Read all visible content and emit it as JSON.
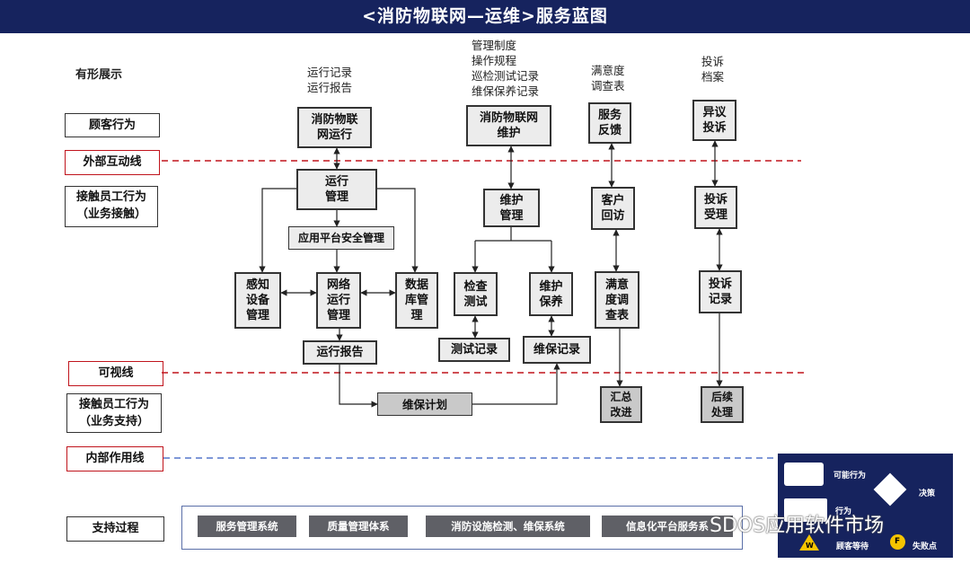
{
  "title": "<消防物联网—运维>服务蓝图",
  "row_labels": {
    "tangible": "有形展示",
    "customer": "顾客行为",
    "external_line": "外部互动线",
    "frontstage": "接触员工行为\n（业务接触）",
    "visibility_line": "可视线",
    "backstage": "接触员工行为\n（业务支持）",
    "internal_line": "内部作用线",
    "support": "支持过程"
  },
  "evidence": {
    "run": "运行记录\n运行报告",
    "maint": "管理制度\n操作规程\n巡检测试记录\n维保保养记录",
    "satisfaction": "满意度\n调查表",
    "complaint": "投诉\n档案"
  },
  "nodes": {
    "iot_run": "消防物联\n网运行",
    "iot_maint": "消防物联网\n维护",
    "service_feedback": "服务\n反馈",
    "objection": "异议\n投诉",
    "run_mgmt": "运行\n管理",
    "platform_security": "应用平台安全管理",
    "perception": "感知\n设备\n管理",
    "network": "网络\n运行\n管理",
    "database": "数据\n库管\n理",
    "run_report": "运行报告",
    "maint_mgmt": "维护\n管理",
    "check_test": "检查\n测试",
    "maint_upkeep": "维护\n保养",
    "test_record": "测试记录",
    "maint_record": "维保记录",
    "revisit": "客户\n回访",
    "satisfaction_table": "满意\n度调\n查表",
    "complaint_accept": "投诉\n受理",
    "complaint_record": "投诉\n记录",
    "maint_plan": "维保计划",
    "summary": "汇总\n改进",
    "followup": "后续\n处理"
  },
  "support_systems": [
    "服务管理系统",
    "质量管理体系",
    "消防设施检测、维保系统",
    "信息化平台服务系"
  ],
  "legend": {
    "possible": "可能行为",
    "decision": "决策",
    "action": "行为",
    "wait": "顾客等待",
    "fail": "失败点",
    "wait_mark": "W",
    "fail_mark": "F"
  },
  "watermark": "SDOS应用软件市场",
  "colors": {
    "header": "#16235e",
    "red_line": "#c0141c",
    "blue_line": "#5577cc",
    "box_fill": "#ececec",
    "dark_box_fill": "#c9c9c9",
    "system_fill": "#5f6066",
    "wait_icon": "#f5c400",
    "fail_icon": "#f5c400"
  }
}
